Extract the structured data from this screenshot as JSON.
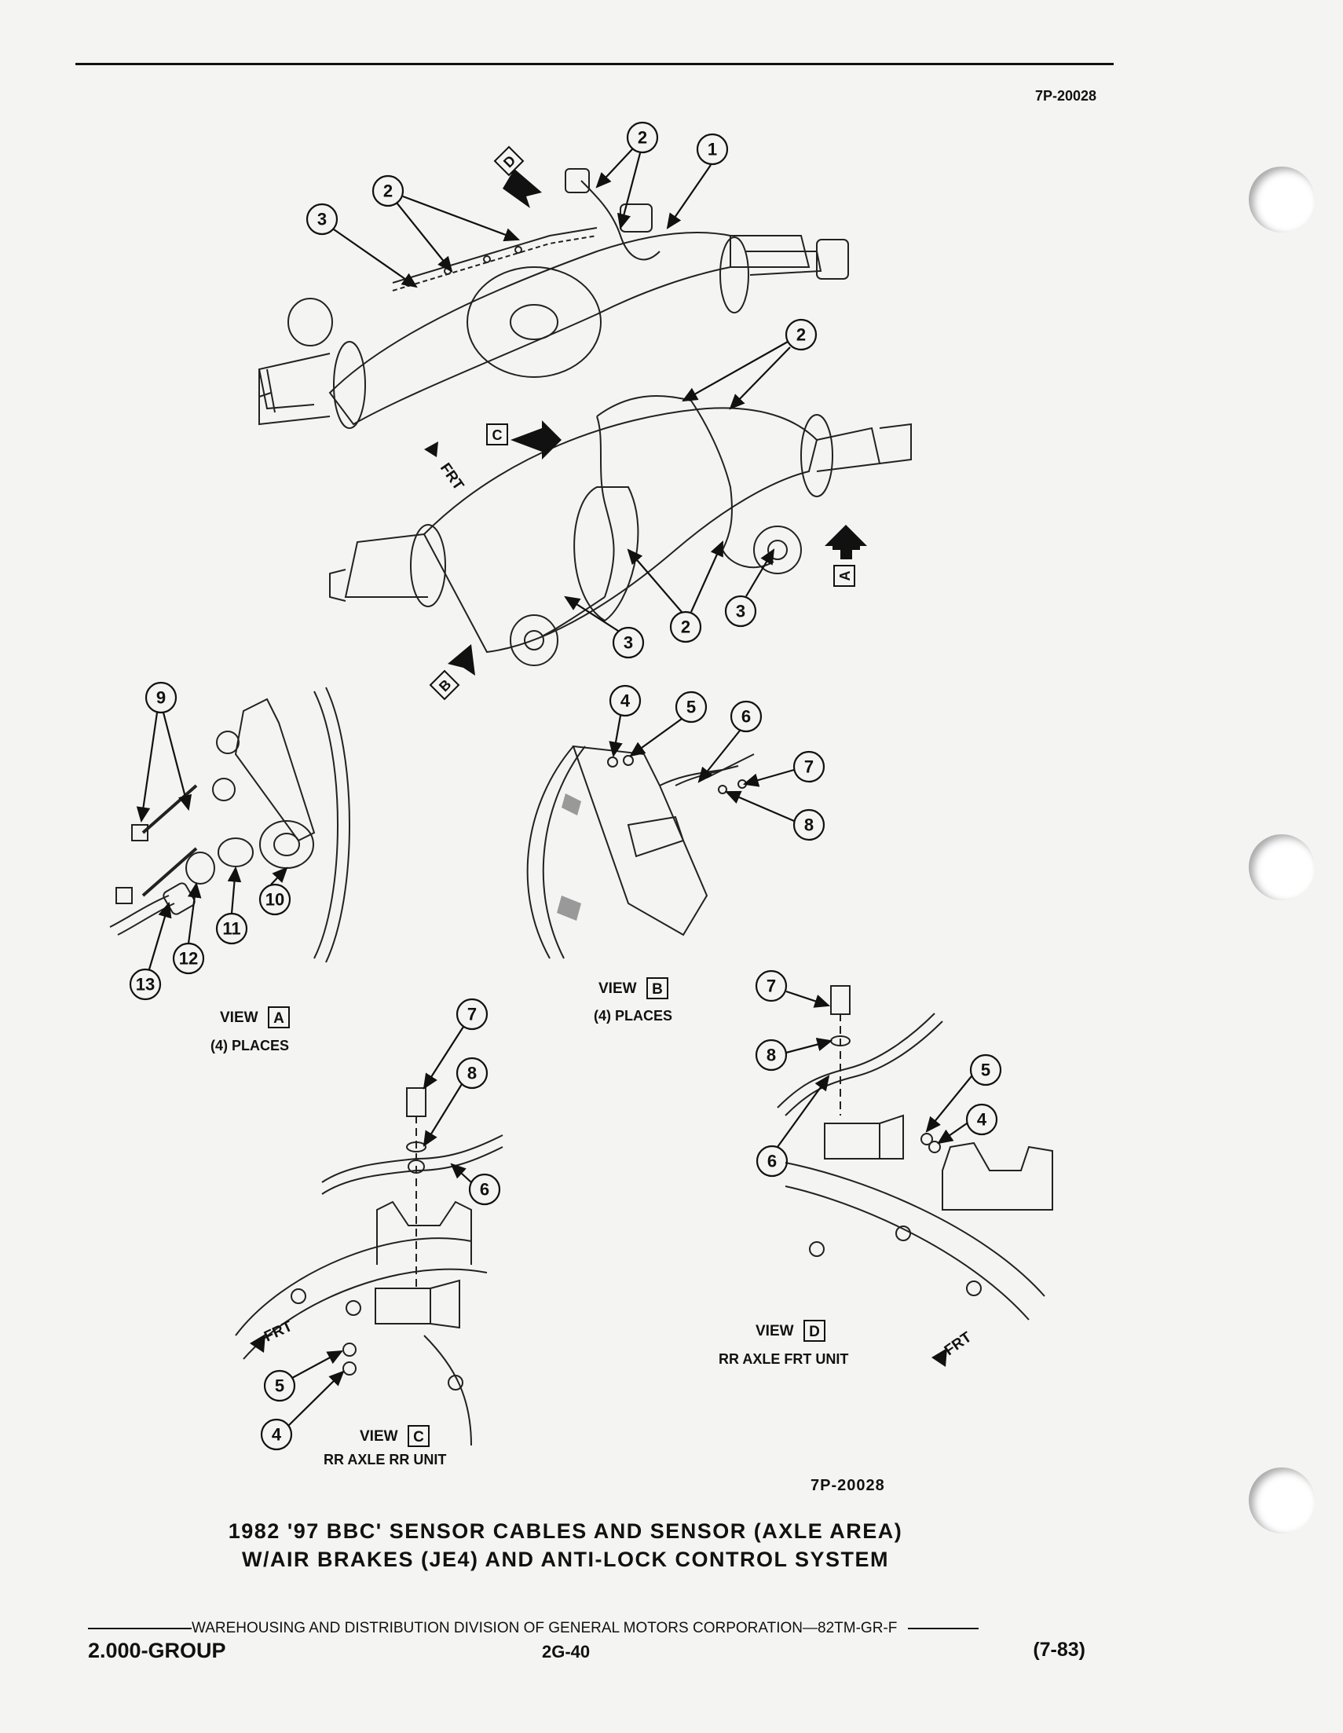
{
  "figure_id_top": "7P-20028",
  "figure_id_bottom": "7P-20028",
  "caption": {
    "line1": "1982 '97 BBC' SENSOR CABLES AND SENSOR (AXLE AREA)",
    "line2": "W/AIR BRAKES (JE4) AND ANTI-LOCK CONTROL SYSTEM"
  },
  "views": {
    "a": {
      "word": "VIEW",
      "letter": "A",
      "note": "(4) PLACES"
    },
    "b": {
      "word": "VIEW",
      "letter": "B",
      "note": "(4) PLACES"
    },
    "c": {
      "word": "VIEW",
      "letter": "C",
      "note": "RR AXLE RR UNIT"
    },
    "d": {
      "word": "VIEW",
      "letter": "D",
      "note": "RR AXLE FRT UNIT"
    }
  },
  "direction_label": "FRT",
  "footer": {
    "division": "WAREHOUSING AND DISTRIBUTION  DIVISION OF GENERAL MOTORS CORPORATION—82TM-GR-F",
    "group": "2.000-GROUP",
    "page": "2G-40",
    "date": "(7-83)"
  },
  "callouts": [
    "1",
    "2",
    "3",
    "4",
    "5",
    "6",
    "7",
    "8",
    "9",
    "10",
    "11",
    "12",
    "13"
  ]
}
